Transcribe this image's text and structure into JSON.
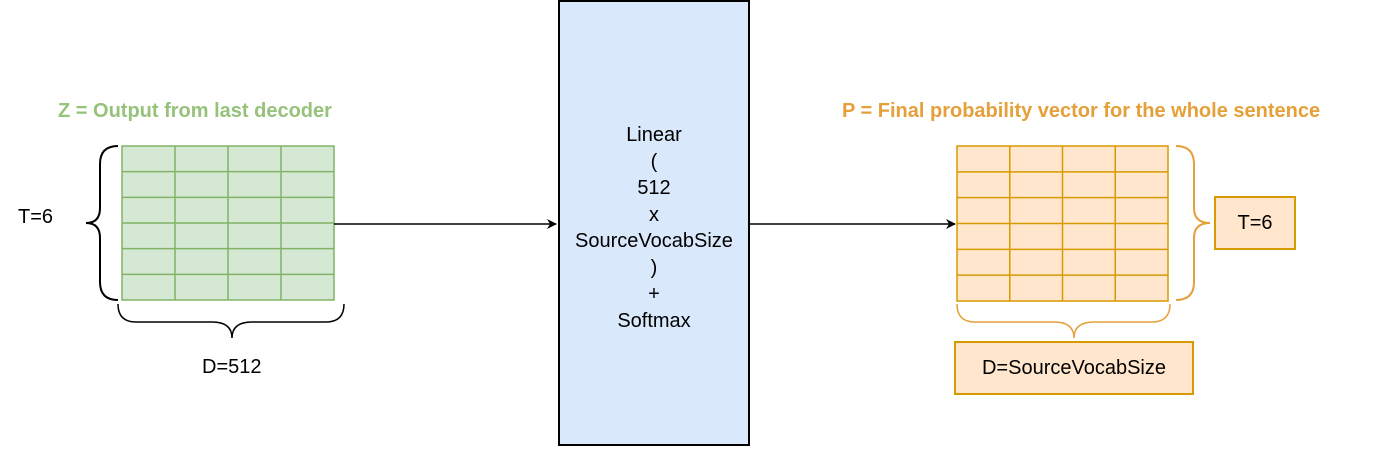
{
  "left_matrix": {
    "title": "Z = Output from last decoder",
    "rows_label": "T=6",
    "cols_label": "D=512",
    "rows": 6,
    "cols": 4
  },
  "center_block": {
    "lines": [
      "Linear",
      "(",
      "512",
      "x",
      "SourceVocabSize",
      ")",
      "+",
      "Softmax"
    ]
  },
  "right_matrix": {
    "title": "P = Final probability vector for the whole sentence",
    "rows_label": "T=6",
    "cols_label": "D=SourceVocabSize",
    "rows": 6,
    "cols": 4
  },
  "colors": {
    "green_fill": "#d5e8d4",
    "green_stroke": "#82b366",
    "green_title": "#97c27a",
    "orange_fill": "#ffe6cc",
    "orange_stroke": "#d79b00",
    "orange_title": "#e5a03a",
    "blue_fill": "#dae8fc"
  }
}
